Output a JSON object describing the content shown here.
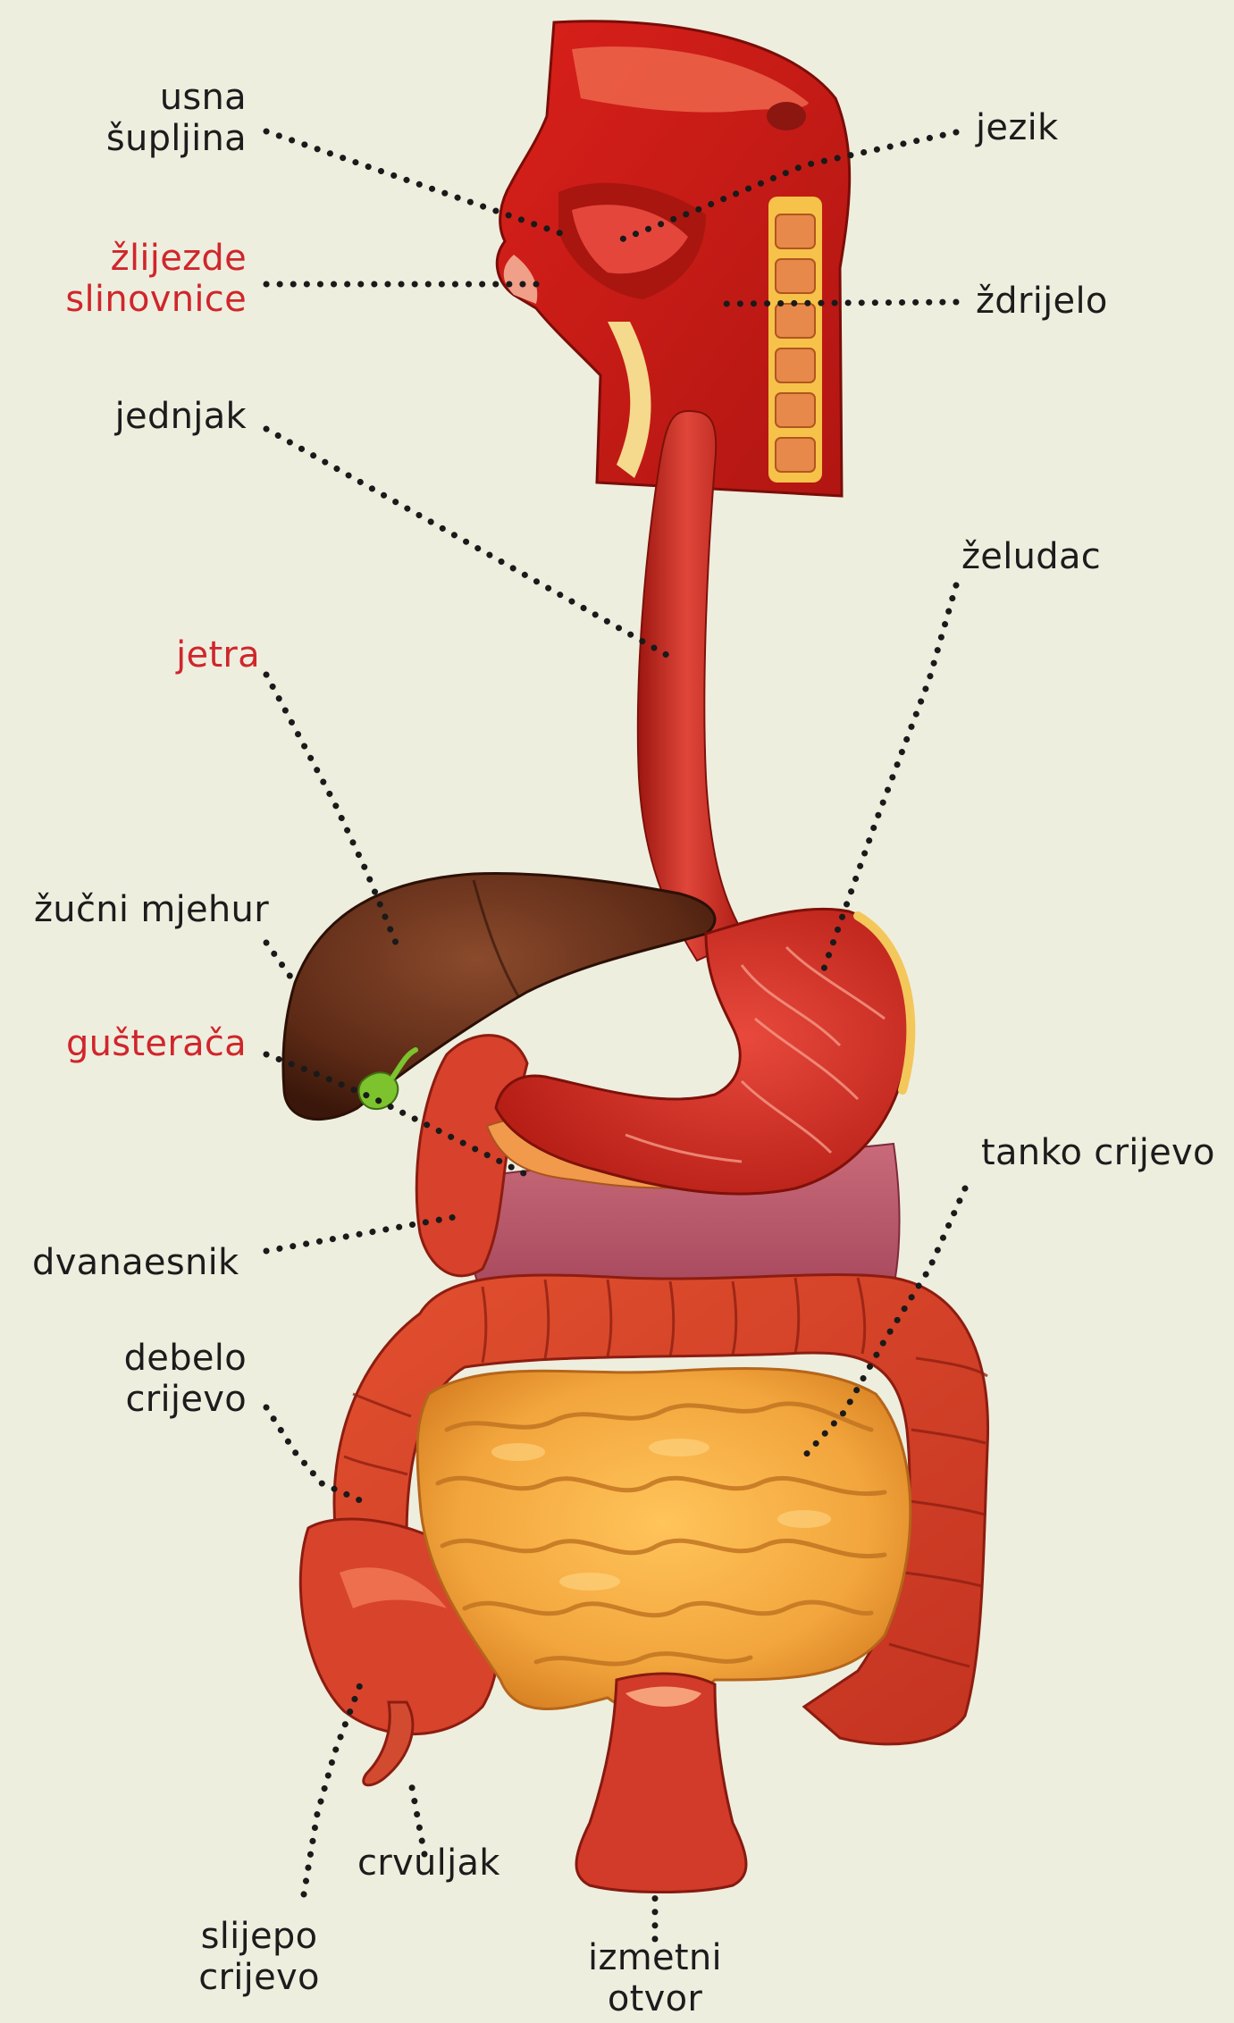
{
  "labels": {
    "usna_supljina": [
      "usna",
      "šupljina"
    ],
    "zlijezde_slinovnice": [
      "žlijezde",
      "slinovnice"
    ],
    "jednjak": "jednjak",
    "jetra": "jetra",
    "zucni_mjehur": "žučni mjehur",
    "gusteraca": "gušterača",
    "dvanaesnik": "dvanaesnik",
    "debelo_crijevo": [
      "debelo",
      "crijevo"
    ],
    "slijepo_crijevo": [
      "slijepo",
      "crijevo"
    ],
    "crvuljak": "crvuljak",
    "izmetni_otvor": [
      "izmetni",
      "otvor"
    ],
    "jezik": "jezik",
    "zdrijelo": "ždrijelo",
    "zeludac": "želudac",
    "tanko_crijevo": "tanko crijevo"
  },
  "colors": {
    "background": "#eeeedf",
    "label_text": "#1c1c1c",
    "highlight_label": "#d0262b",
    "leader_dots": "#1a1a1a"
  }
}
